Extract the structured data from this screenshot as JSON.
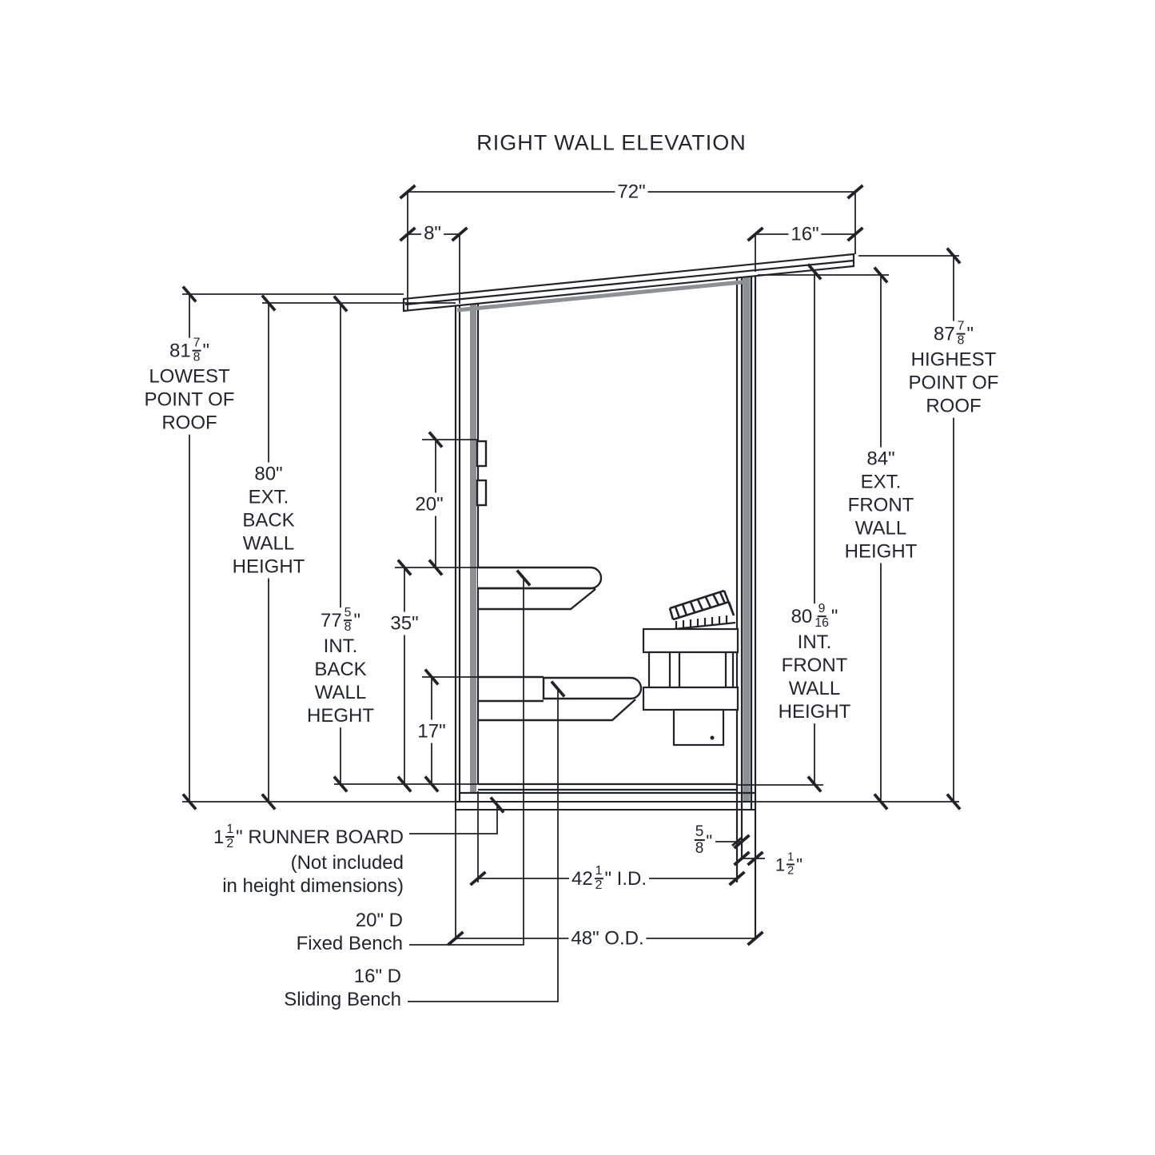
{
  "title": "RIGHT WALL ELEVATION",
  "top_dims": {
    "overall": "72\"",
    "back_overhang": "8\"",
    "front_overhang": "16\""
  },
  "interior_dims": {
    "backrest": "20\"",
    "bench_height": "35\"",
    "sliding_bench_height": "17\""
  },
  "heights": {
    "lowest_roof": {
      "whole": "81",
      "num": "7",
      "den": "8",
      "suffix": "\"",
      "lines": [
        "LOWEST",
        "POINT OF",
        "ROOF"
      ]
    },
    "ext_back": {
      "value": "80\"",
      "lines": [
        "EXT.",
        "BACK",
        "WALL",
        "HEIGHT"
      ]
    },
    "int_back": {
      "whole": "77",
      "num": "5",
      "den": "8",
      "suffix": "\"",
      "lines": [
        "INT.",
        "BACK",
        "WALL",
        "HEGHT"
      ]
    },
    "highest_roof": {
      "whole": "87",
      "num": "7",
      "den": "8",
      "suffix": "\"",
      "lines": [
        "HIGHEST",
        "POINT OF",
        "ROOF"
      ]
    },
    "ext_front": {
      "value": "84\"",
      "lines": [
        "EXT.",
        "FRONT",
        "WALL",
        "HEIGHT"
      ]
    },
    "int_front": {
      "whole": "80",
      "num": "9",
      "den": "16",
      "suffix": "\"",
      "lines": [
        "INT.",
        "FRONT",
        "WALL",
        "HEIGHT"
      ]
    }
  },
  "bottom_dims": {
    "inner_width": {
      "whole": "42",
      "num": "1",
      "den": "2",
      "suffix": "\" I.D."
    },
    "outer_width": "48\" O.D.",
    "panel": {
      "num": "5",
      "den": "8",
      "suffix": "\""
    },
    "runner_thickness": {
      "whole": "1",
      "num": "1",
      "den": "2",
      "suffix": "\""
    }
  },
  "notes": {
    "runner_board": {
      "whole": "1",
      "num": "1",
      "den": "2",
      "suffix": "\" RUNNER BOARD",
      "lines": [
        "(Not included",
        "in height dimensions)"
      ]
    },
    "fixed_bench": {
      "lines": [
        "20\" D",
        "Fixed Bench"
      ]
    },
    "sliding_bench": {
      "lines": [
        "16\" D",
        "Sliding Bench"
      ]
    }
  }
}
